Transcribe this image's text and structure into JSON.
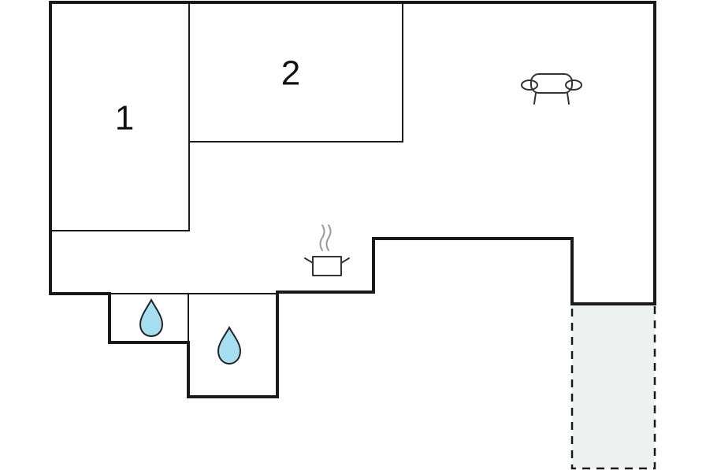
{
  "rooms": [
    {
      "id": "bedroom-1",
      "label": "1"
    },
    {
      "id": "bedroom-2",
      "label": "2"
    }
  ],
  "icons": [
    {
      "name": "sofa-icon",
      "room": "living-area"
    },
    {
      "name": "cooking-pot-icon",
      "room": "kitchen"
    },
    {
      "name": "water-drop-icon",
      "room": "bathroom-1"
    },
    {
      "name": "water-drop-icon",
      "room": "bathroom-2"
    }
  ],
  "colors": {
    "wall": "#1a1a1a",
    "background": "#ffffff",
    "water_drop_fill": "#a8dff0",
    "water_drop_stroke": "#222222",
    "terrace_fill": "#edf1f0",
    "steam": "#9a9a9a"
  }
}
